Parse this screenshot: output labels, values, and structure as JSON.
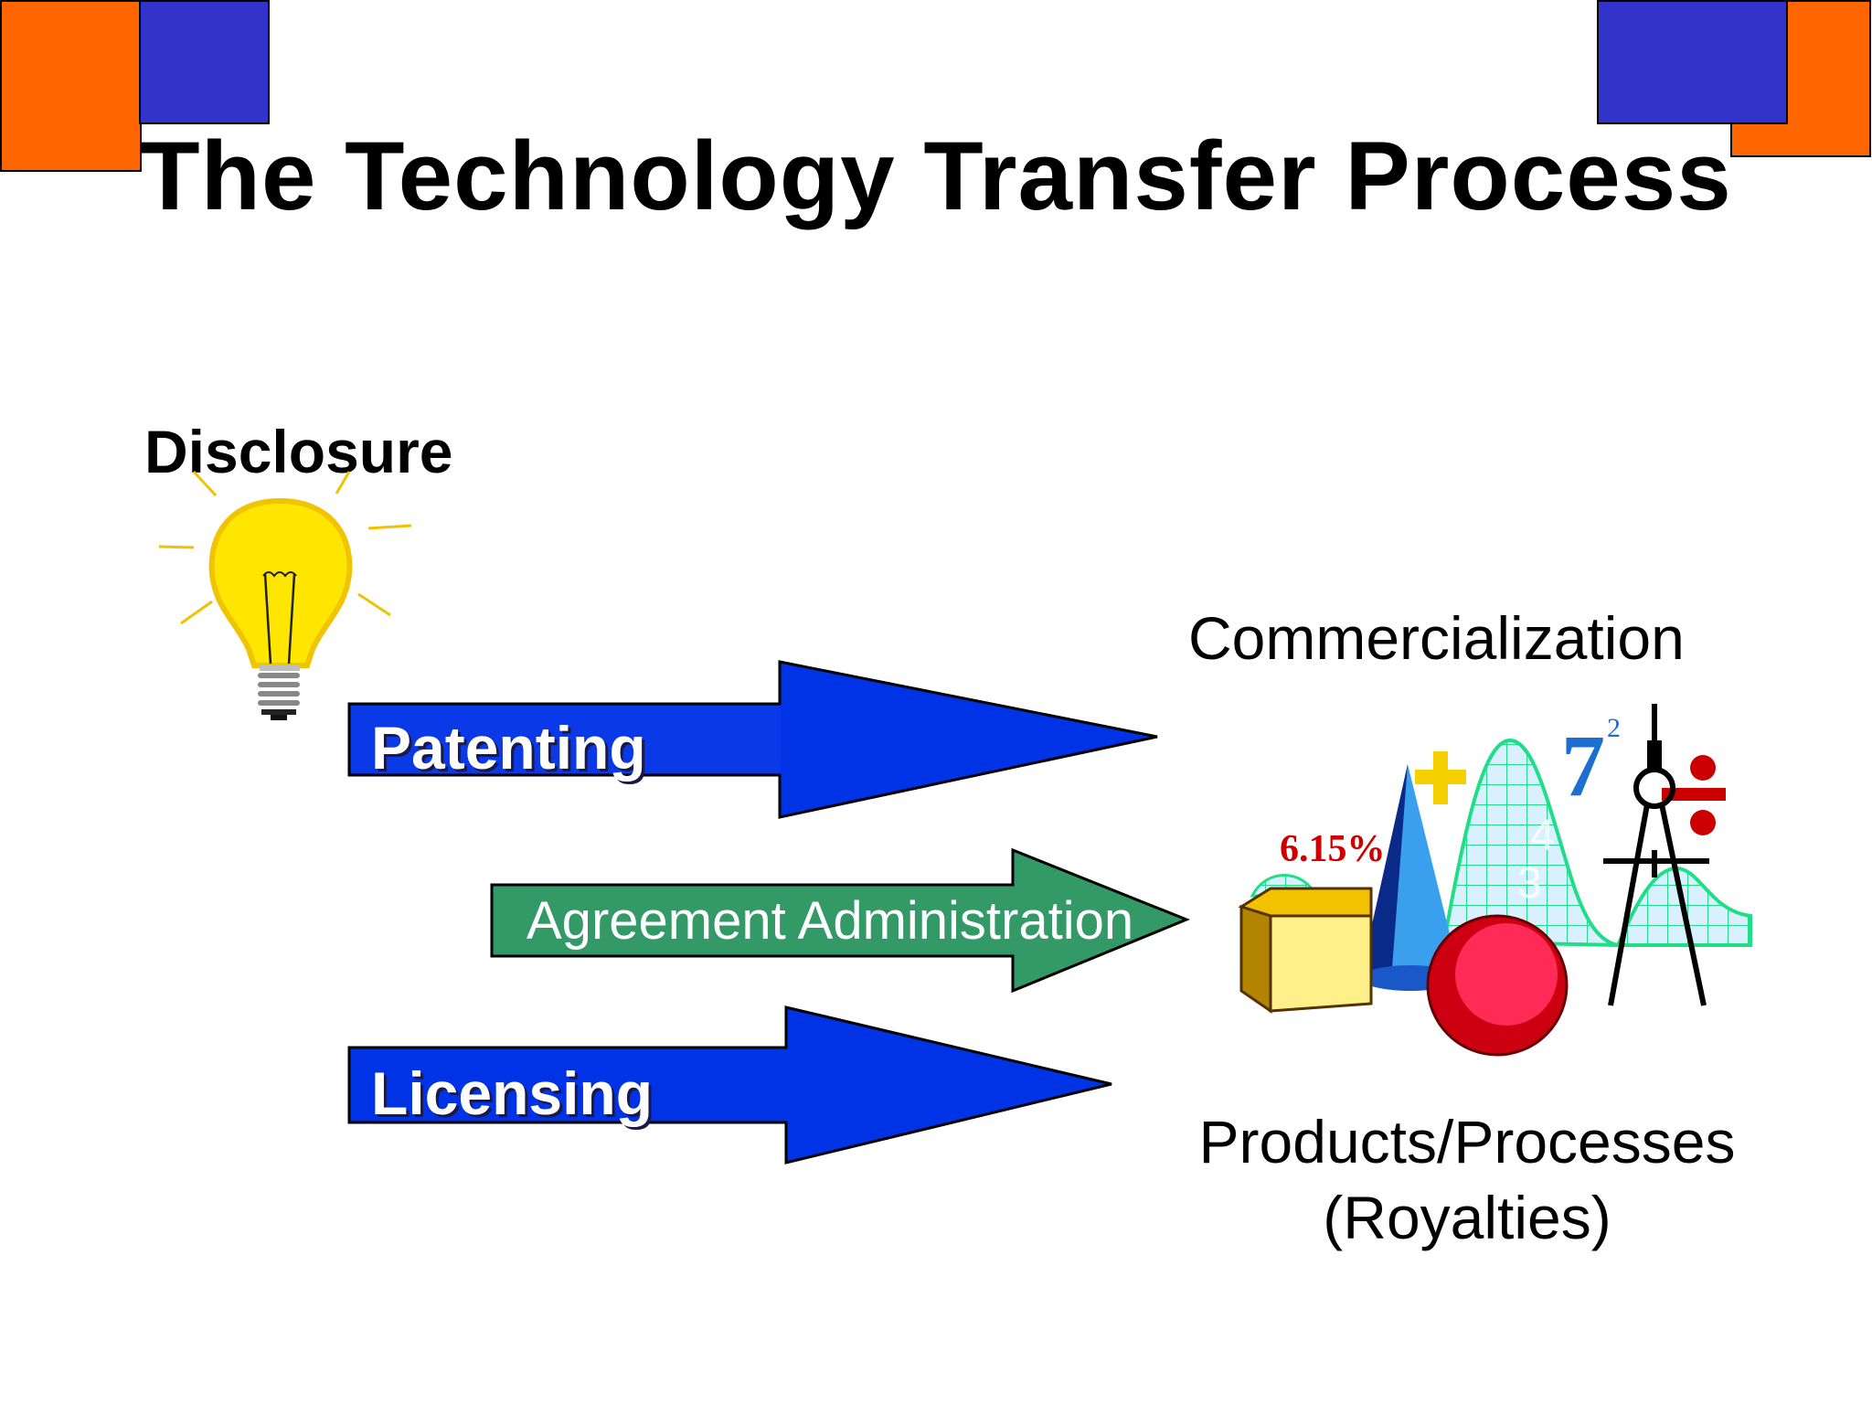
{
  "slide": {
    "title": "The Technology Transfer Process"
  },
  "stages": {
    "disclosure": "Disclosure",
    "patenting": "Patenting",
    "agreement": "Agreement Administration",
    "licensing": "Licensing",
    "commercialization": "Commercialization",
    "products_line1": "Products/Processes",
    "products_line2": "(Royalties)"
  },
  "clipart": {
    "percent_label": "6.15%",
    "number_label": "7",
    "exponent_label": "2",
    "digit_a": "4",
    "digit_b": "3"
  },
  "colors": {
    "orange": "#ff6600",
    "purple_blue": "#3333cc",
    "blue_arrow": "#0033e6",
    "green_arrow": "#339966",
    "bulb": "#ffe600"
  },
  "icons": {
    "bulb": "lightbulb-icon",
    "math": "math-shapes-icon"
  }
}
